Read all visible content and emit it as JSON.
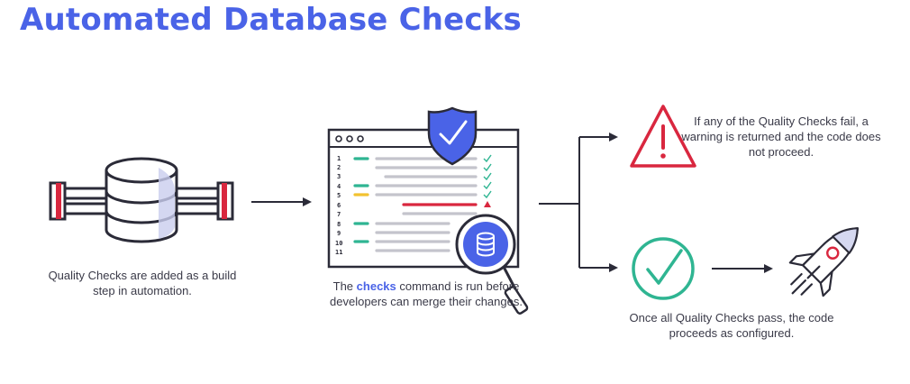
{
  "title": "Automated Database Checks",
  "steps": {
    "build": {
      "caption": "Quality Checks are added as a build step in automation."
    },
    "checks": {
      "caption_before": "The",
      "caption_keyword": "checks",
      "caption_after": "command is run before developers can merge their changes.",
      "line_numbers": [
        "1",
        "2",
        "3",
        "4",
        "5",
        "6",
        "7",
        "8",
        "9",
        "10",
        "11"
      ]
    },
    "fail": {
      "caption": "If any of the Quality Checks fail, a warning is returned and the code does not proceed."
    },
    "pass": {
      "caption": "Once all Quality Checks pass, the code proceeds as configured."
    }
  },
  "colors": {
    "title": "#4a63e7",
    "outline": "#2b2b38",
    "accent_red": "#d9273f",
    "accent_green": "#2fb592",
    "accent_yellow": "#f2c230",
    "accent_blue": "#4a63e7"
  },
  "icons": [
    "database-icon",
    "code-window-icon",
    "shield-check-icon",
    "magnifier-icon",
    "warning-icon",
    "check-circle-icon",
    "rocket-icon"
  ]
}
